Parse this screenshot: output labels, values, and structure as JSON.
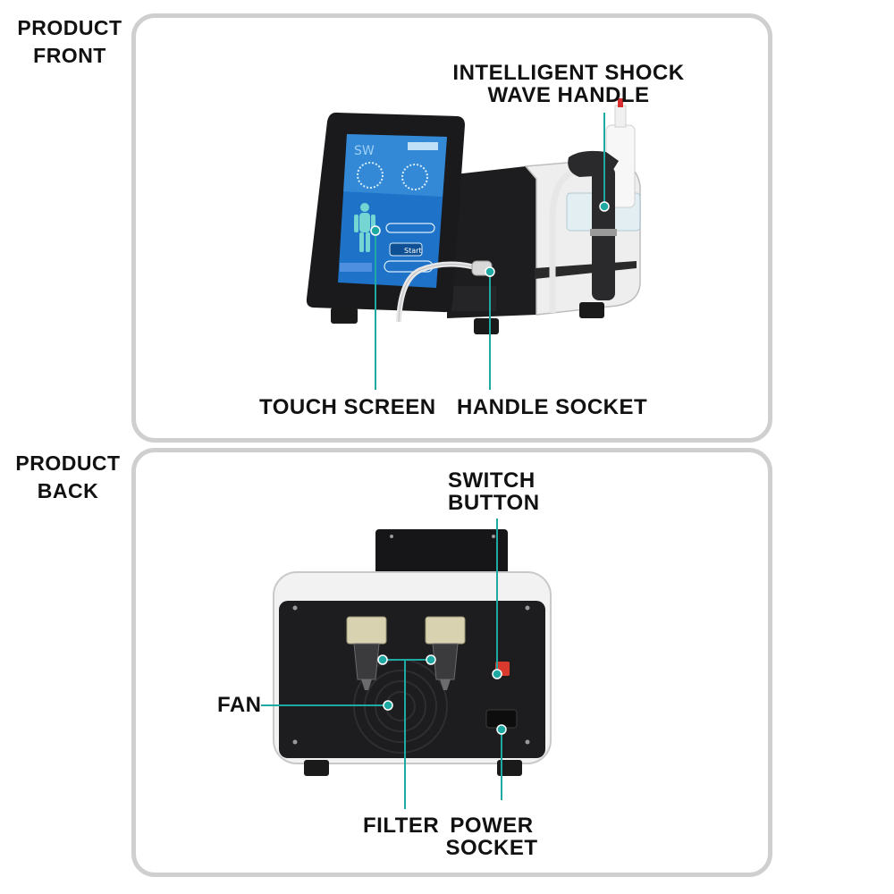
{
  "sections": {
    "front": {
      "title_line1": "PRODUCT",
      "title_line2": "FRONT"
    },
    "back": {
      "title_line1": "PRODUCT",
      "title_line2": "BACK"
    }
  },
  "front_callouts": {
    "handle_line1": "INTELLIGENT SHOCK",
    "handle_line2": "WAVE HANDLE",
    "touch_screen": "TOUCH SCREEN",
    "handle_socket": "HANDLE SOCKET"
  },
  "back_callouts": {
    "switch_line1": "SWITCH",
    "switch_line2": "BUTTON",
    "fan": "FAN",
    "filter": "FILTER",
    "power_line1": "POWER",
    "power_line2": "SOCKET"
  },
  "screen_ui": {
    "logo": "SW",
    "start_label": "Start"
  },
  "colors": {
    "accent": "#1fa9a3",
    "panel_border": "#cfcfcf",
    "device_black": "#1d1d1f",
    "device_white": "#f2f2f2",
    "screen_blue": "#1e73c8"
  }
}
